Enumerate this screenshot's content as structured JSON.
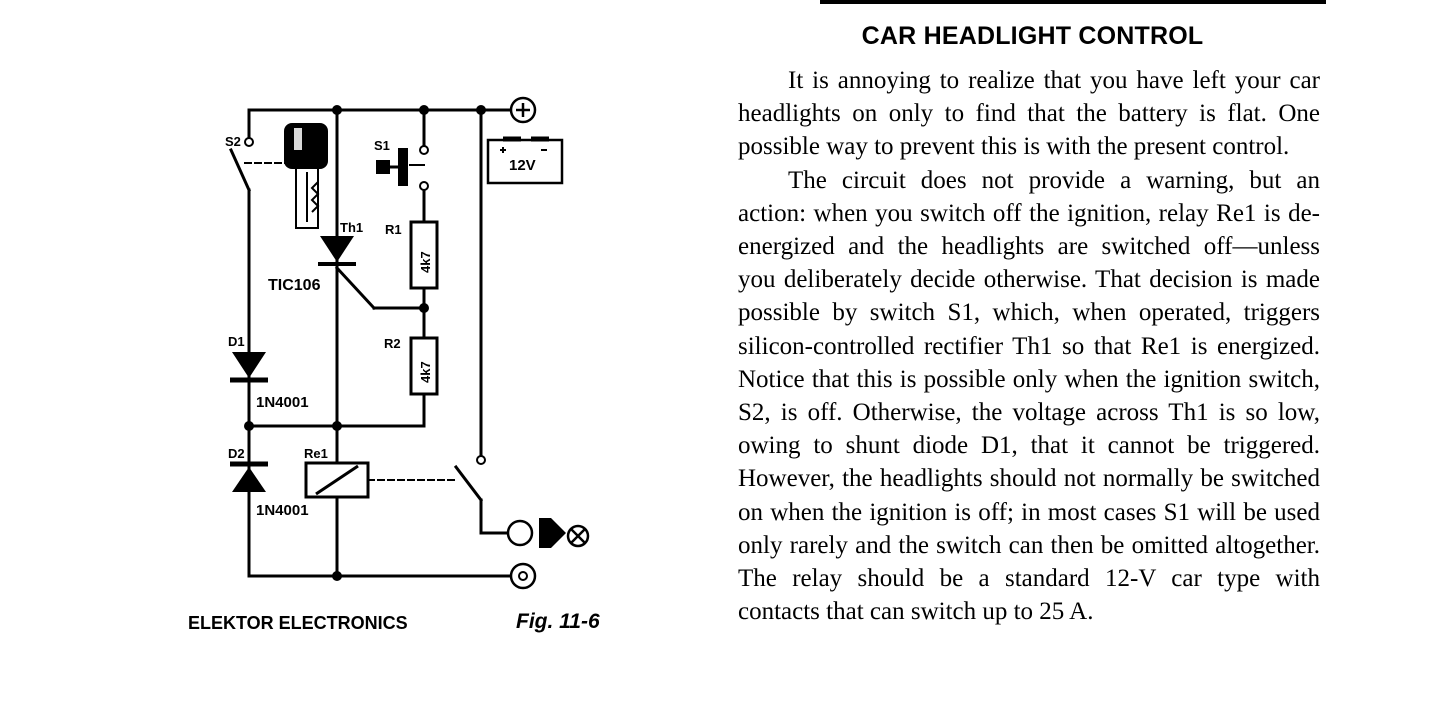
{
  "article": {
    "title": "CAR HEADLIGHT CONTROL",
    "paragraphs": [
      "It is annoying to realize that you have left your car headlights on only to find that the battery is flat. One possible way to prevent this is with the present control.",
      "The circuit does not provide a warning, but an action: when you switch off the ignition, relay Re1 is de-energized and the headlights are switched off—unless you deliberately decide otherwise. That decision is made possible by switch S1, which, when operated, triggers silicon-controlled rectifier Th1 so that Re1 is energized. Notice that this is possible only when the ignition switch, S2, is off. Otherwise, the voltage across Th1 is so low, owing to shunt diode D1, that it cannot be triggered. However, the headlights should not normally be switched on when the ignition is off; in most cases S1 will be used only rarely and the switch can then be omitted altogether. The relay should be a standard 12-V car type with contacts that can switch up to 25 A."
    ]
  },
  "figure": {
    "credit": "ELEKTOR ELECTRONICS",
    "label": "Fig. 11-6",
    "components": {
      "s2": "S2",
      "s1": "S1",
      "battery": "12V",
      "th1": "Th1",
      "th1_part": "TIC106",
      "r1": "R1",
      "r1_value": "4k7",
      "r2": "R2",
      "r2_value": "4k7",
      "d1": "D1",
      "d1_part": "1N4001",
      "d2": "D2",
      "d2_part": "1N4001",
      "re1": "Re1"
    }
  }
}
